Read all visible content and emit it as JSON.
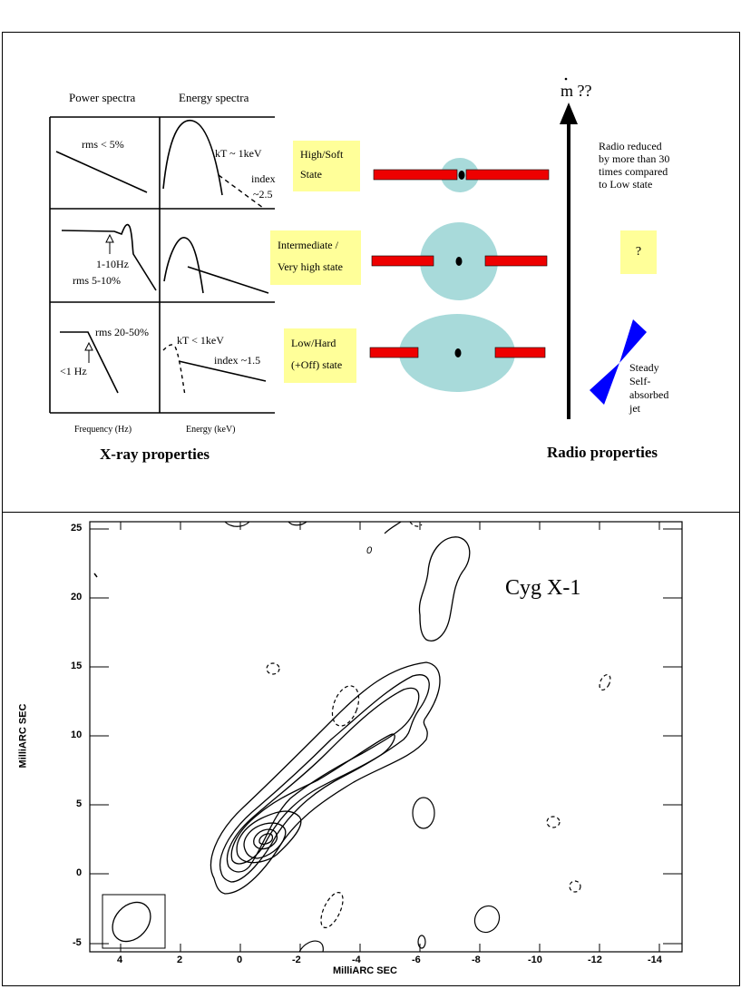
{
  "top_panel": {
    "col_power_title": "Power spectra",
    "col_energy_title": "Energy spectra",
    "row1": {
      "power_label": "rms < 5%",
      "energy_label1": "kT ~ 1keV",
      "energy_label2": "index",
      "energy_label3": "~2.5",
      "state_label1": "High/Soft",
      "state_label2": "State"
    },
    "row2": {
      "power_label1": "1-10Hz",
      "power_label2": "rms 5-10%",
      "state_label1": "Intermediate /",
      "state_label2": "Very high state",
      "radio_label": "?"
    },
    "row3": {
      "power_label1": "rms 20-50%",
      "power_label2": "<1 Hz",
      "energy_label1": "kT < 1keV",
      "energy_label2": "index ~1.5",
      "state_label1": "Low/Hard",
      "state_label2": "(+Off) state"
    },
    "x_freq": "Frequency (Hz)",
    "x_energy": "Energy (keV)",
    "xray_title": "X-ray properties",
    "radio_title": "Radio properties",
    "mdot_label": "m ??",
    "radio_reduced": [
      "Radio reduced",
      "by more than 30",
      "times compared",
      "to Low state"
    ],
    "jet_label": [
      "Steady",
      "Self-",
      "absorbed",
      "jet"
    ],
    "colors": {
      "yellow": "#ffff99",
      "red": "#ee0000",
      "disk": "#a8dada",
      "jet": "#0000ff"
    }
  },
  "bottom_panel": {
    "title": "Cyg X-1",
    "xlabel": "MilliARC SEC",
    "ylabel": "MilliARC SEC",
    "x_ticks": [
      "4",
      "2",
      "0",
      "-2",
      "-4",
      "-6",
      "-8",
      "-10",
      "-12",
      "-14"
    ],
    "y_ticks": [
      "25",
      "20",
      "15",
      "10",
      "5",
      "0",
      "-5"
    ],
    "stray_label": "0"
  }
}
